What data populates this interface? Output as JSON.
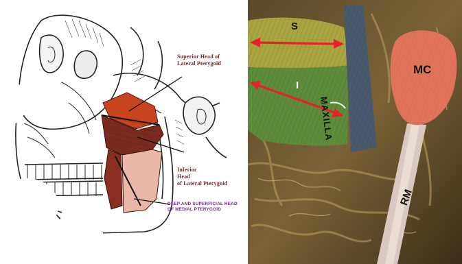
{
  "left_figure": {
    "labels": {
      "superior_head_line1": "Superior Head of",
      "superior_head_line2": "Lateral Pterygoid",
      "inferior_head_line1": "Inferior",
      "inferior_head_line2": "Head",
      "inferior_head_line3": "of Lateral Pterygoid",
      "medial_line1": "DEEP AND SUPERFICIAL HEAD",
      "medial_line2": "OF MEDIAL PTERYGOID"
    }
  },
  "right_photo": {
    "labels": {
      "superior": "S",
      "inferior": "I",
      "maxilla": "MAXILLA",
      "mandibular_condyle": "MC",
      "ramus": "RM"
    }
  },
  "colors": {
    "superior_head": "#c8441e",
    "inferior_head": "#7a2a20",
    "medial_pterygoid": "#e9b8a8",
    "arrows": "#e8202a",
    "label_dark_red": "#7a1f1f",
    "label_purple": "#6a2a8a"
  }
}
